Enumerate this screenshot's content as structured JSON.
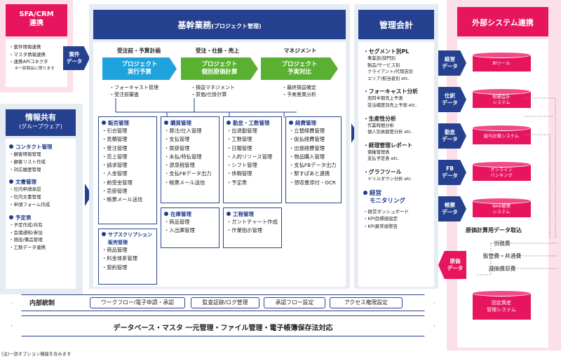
{
  "sfa": {
    "title_line1": "SFA/CRM",
    "title_line2": "連携",
    "items": [
      "案件情報連携",
      "マスタ情報連携",
      "連携APIコネクタ"
    ],
    "note": "※一部製品に限ります",
    "arrow_label_line1": "案件",
    "arrow_label_line2": "データ"
  },
  "groupware": {
    "title_line1": "情報共有",
    "title_line2": "(グループウェア)",
    "sections": [
      {
        "title": "コンタクト管理",
        "items": [
          "顧客情報管理",
          "顧客リスト作成",
          "対応履歴管理"
        ]
      },
      {
        "title": "文書管理",
        "items": [
          "社内申請承認",
          "社内文書管理",
          "申請フォーム作成"
        ]
      },
      {
        "title": "予定表",
        "items": [
          "予定作成/共有",
          "会議通知/参加",
          "施設/備品管理",
          "工数データ連携"
        ]
      }
    ]
  },
  "core": {
    "title": "基幹業務",
    "title_sub": "(プロジェクト管理)",
    "phases": [
      {
        "heading": "受注前・予算計画",
        "button_line1": "プロジェクト",
        "button_line2": "実行予算",
        "notes": [
          "フォーキャスト管理",
          "受注前審査"
        ]
      },
      {
        "heading": "受注・仕掛・売上",
        "button_line1": "プロジェクト",
        "button_line2": "個別原価計算",
        "notes": [
          "損益マネジメント",
          "原価/仕掛計算"
        ]
      },
      {
        "heading": "マネジメント",
        "button_line1": "プロジェクト",
        "button_line2": "予実対比",
        "notes": [
          "最終損益確定",
          "予実差異分析"
        ]
      }
    ],
    "modules": {
      "sales": {
        "title": "販売管理",
        "items": [
          "引合管理",
          "見積管理",
          "受注管理",
          "売上管理",
          "請求管理",
          "入金管理",
          "前受金管理",
          "売掛管理",
          "帳票メール送信"
        ]
      },
      "subscription": {
        "title_line1": "サブスクリプション",
        "title_line2": "販売管理",
        "items": [
          "商品管理",
          "料金体系管理",
          "契約管理"
        ]
      },
      "purchase": {
        "title": "購買管理",
        "items": [
          "発注/仕入管理",
          "支払管理",
          "買掛管理",
          "未払/特払管理",
          "源泉税管理",
          "支払FBデータ出力",
          "帳票メール送信"
        ]
      },
      "inventory": {
        "title": "在庫管理",
        "items": [
          "商品管理",
          "入出庫管理"
        ]
      },
      "attendance": {
        "title": "勤怠・工数管理",
        "items": [
          "出退勤管理",
          "工数管理",
          "日報管理",
          "人的リソース管理",
          "シフト管理",
          "休暇管理",
          "予定表"
        ]
      },
      "process": {
        "title": "工程管理",
        "items": [
          "ガントチャート作成",
          "作業指示管理"
        ]
      },
      "expense": {
        "title": "経費管理",
        "items": [
          "立替経費管理",
          "仮払経費管理",
          "出張経費管理",
          "物品購入管理",
          "支払FBデータ出力",
          "駅すぱあと連携",
          "領収書添付・OCR"
        ]
      }
    }
  },
  "accounting": {
    "title": "管理会計",
    "sections": [
      {
        "title": "・セグメント別PL",
        "lines": [
          "事業部/部門別",
          "製品/サービス別",
          "クライアント/代理店別",
          "エリア/担当者別 etc."
        ]
      },
      {
        "title": "・フォーキャスト分析",
        "lines": [
          "翌四半期売上予測",
          "受注確度別売上予測 etc."
        ]
      },
      {
        "title": "・生産性分析",
        "lines": [
          "作業時間分析",
          "個人別貢献度分析 etc."
        ]
      },
      {
        "title": "・経理管理レポート",
        "lines": [
          "債権管理表",
          "支払予定表 etc."
        ]
      },
      {
        "title": "・グラフツール",
        "lines": [
          "ドリルダウン分析 etc."
        ]
      }
    ],
    "monitoring": {
      "title_line1": "経営",
      "title_line2": "モニタリング",
      "items": [
        "経営ダッシュボード",
        "KPI目標値設定",
        "KPI異常値警告"
      ]
    }
  },
  "external": {
    "title": "外部システム連携",
    "links": [
      {
        "tag_line1": "経営",
        "tag_line2": "データ",
        "system_line1": "BIツール",
        "system_line2": ""
      },
      {
        "tag_line1": "仕訳",
        "tag_line2": "データ",
        "system_line1": "財務会計",
        "system_line2": "システム"
      },
      {
        "tag_line1": "勤怠",
        "tag_line2": "データ",
        "system_line1": "給与計算システム",
        "system_line2": ""
      },
      {
        "tag_line1": "FB",
        "tag_line2": "データ",
        "system_line1": "オンライン",
        "system_line2": "バンキング"
      },
      {
        "tag_line1": "帳票",
        "tag_line2": "データ",
        "system_line1": "Web帳票",
        "system_line2": "システム"
      }
    ],
    "cost_title": "原価計算用データ取込",
    "cost_items": [
      "労務費",
      "販管費・共通費",
      "減価償却費"
    ],
    "cost_tag_line1": "原価",
    "cost_tag_line2": "データ",
    "fixed_asset_line1": "固定資産",
    "fixed_asset_line2": "管理システム"
  },
  "internal_control": {
    "label": "内部統制",
    "items": [
      "ワークフロー/電子申請・承認",
      "監査証跡/ログ管理",
      "承認フロー設定",
      "アクセス権限設定"
    ]
  },
  "database_bar": "データベース・マスタ 一元管理・ファイル管理・電子帳簿保存法対応",
  "footnote": "(注)一部オプション機能を含みます",
  "colors": {
    "navy": "#25408f",
    "pink": "#e6155e",
    "green": "#5ab131",
    "lightblue": "#1fa3dd",
    "panel": "#e7ebf2"
  }
}
